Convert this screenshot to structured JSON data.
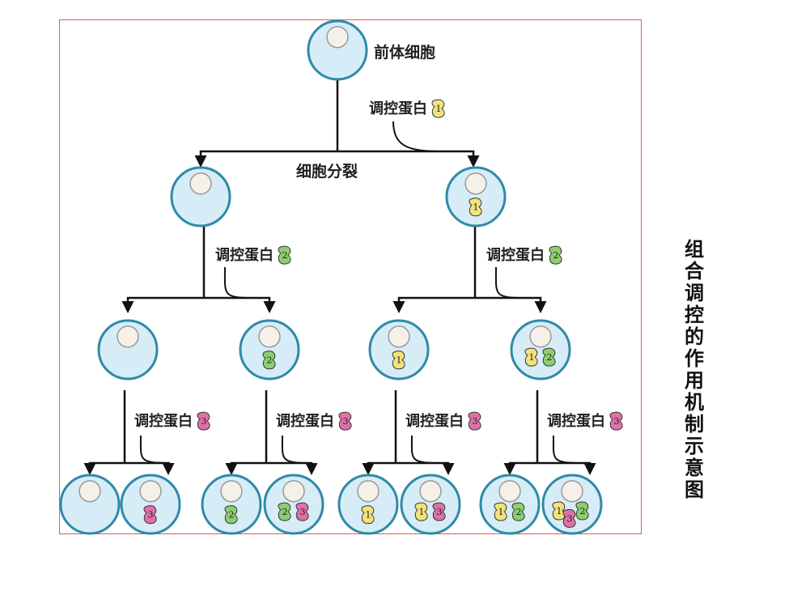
{
  "labels": {
    "precursor": "前体细胞",
    "division": "细胞分裂",
    "regulator": "调控蛋白",
    "side_title": "组合调控的作用机制示意图"
  },
  "protein_numbers": [
    "1",
    "2",
    "3"
  ],
  "colors": {
    "frame": "#e05a5a",
    "cell_fill": "#d6ecf7",
    "cell_stroke": "#2f8aa8",
    "nucleus": "#f6f1e8",
    "protein1": "#f2e27a",
    "protein2": "#8ccf6e",
    "protein3": "#e070a8",
    "line": "#111111"
  },
  "tree": {
    "root": {
      "proteins": []
    },
    "level1": [
      {
        "proteins": []
      },
      {
        "proteins": [
          "1"
        ]
      }
    ],
    "level2": [
      {
        "proteins": []
      },
      {
        "proteins": [
          "2"
        ]
      },
      {
        "proteins": [
          "1"
        ]
      },
      {
        "proteins": [
          "1",
          "2"
        ]
      }
    ],
    "level3": [
      {
        "proteins": []
      },
      {
        "proteins": [
          "3"
        ]
      },
      {
        "proteins": [
          "2"
        ]
      },
      {
        "proteins": [
          "2",
          "3"
        ]
      },
      {
        "proteins": [
          "1"
        ]
      },
      {
        "proteins": [
          "1",
          "3"
        ]
      },
      {
        "proteins": [
          "1",
          "2"
        ]
      },
      {
        "proteins": [
          "1",
          "3",
          "2"
        ]
      }
    ]
  }
}
